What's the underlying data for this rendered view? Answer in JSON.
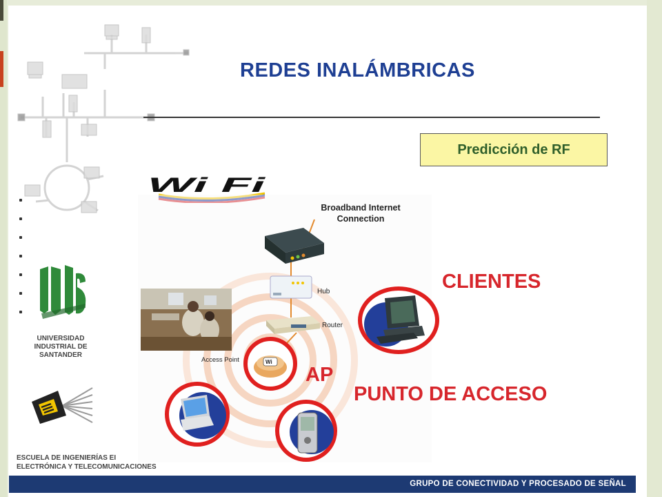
{
  "slide": {
    "title": "REDES INALÁMBRICAS",
    "rf_box_label": "Predicción de RF",
    "wifi_logo_text": "Wi Fi",
    "diagram": {
      "broadband_label": "Broadband Internet\nConnection",
      "hub_label": "Hub",
      "router_label": "Router",
      "access_point_label": "Access Point"
    },
    "labels": {
      "clientes": "CLIENTES",
      "ap": "AP",
      "punto_de_acceso": "PUNTO DE ACCESO"
    },
    "uis_caption": "UNIVERSIDAD INDUSTRIAL DE SANTANDER",
    "escuela_caption": "ESCUELA DE INGENIERÍAS EI\nELECTRÓNICA Y TELECOMUNICACIONES",
    "footer": "GRUPO DE CONECTIVIDAD Y PROCESADO DE SEÑAL"
  },
  "colors": {
    "title": "#1e3f93",
    "accent_red": "#d7262c",
    "rf_box_bg": "#fbf6a4",
    "footer_bg": "#1d3a73",
    "uis_green": "#2f8a3a"
  }
}
